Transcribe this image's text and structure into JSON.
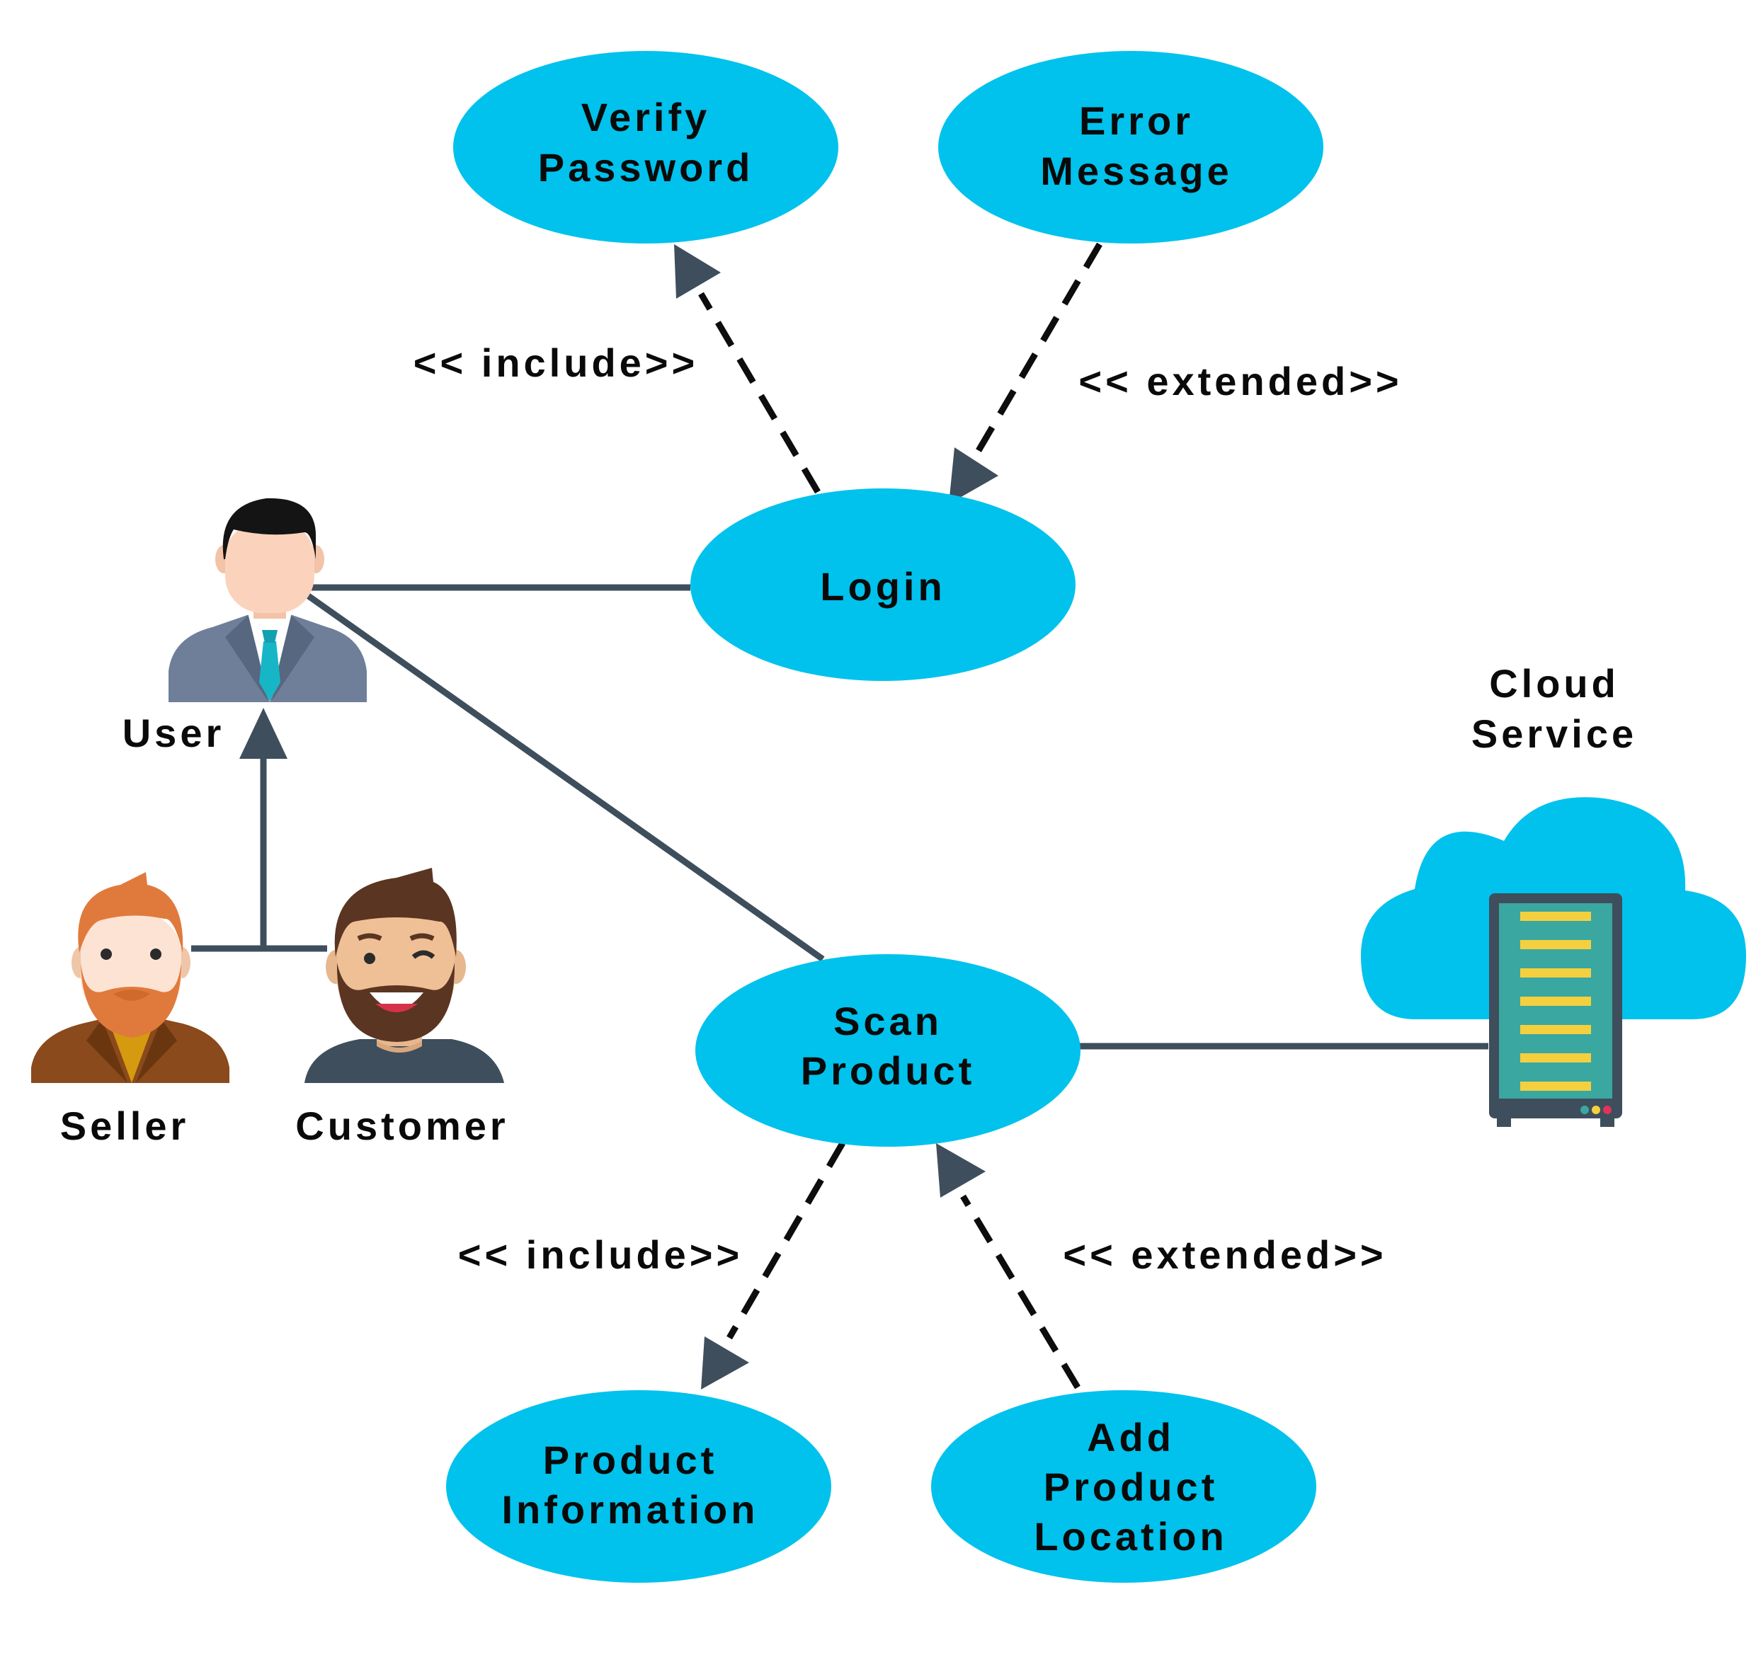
{
  "use_cases": {
    "verify_password": [
      "Verify",
      "Password"
    ],
    "error_message": [
      "Error",
      "Message"
    ],
    "login": [
      "Login"
    ],
    "scan_product": [
      "Scan",
      "Product"
    ],
    "product_information": [
      "Product",
      "Information"
    ],
    "add_product_location": [
      "Add",
      "Product",
      "Location"
    ]
  },
  "actors": {
    "user": "User",
    "seller": "Seller",
    "customer": "Customer",
    "cloud_service": [
      "Cloud",
      "Service"
    ]
  },
  "relations": {
    "login_verify": "<< include>>",
    "error_login": "<< extended>>",
    "scan_info": "<< include>>",
    "location_scan": "<< extended>>"
  },
  "colors": {
    "use_case_fill": "#00c2ec",
    "connector": "#3e4e5c",
    "cloud": "#00c2ec",
    "server_body": "#3aa7a0",
    "server_slot": "#f4d03f"
  }
}
